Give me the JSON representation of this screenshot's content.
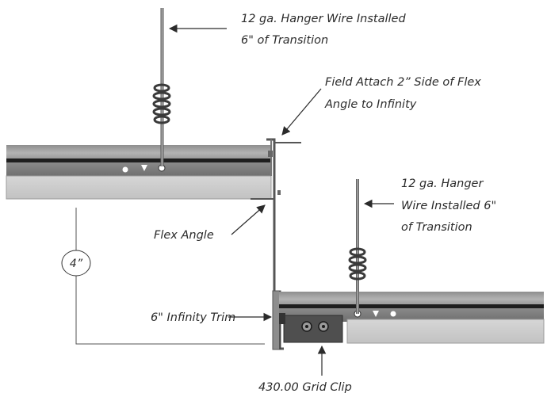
{
  "callouts": {
    "hanger_wire_top": [
      "12 ga. Hanger Wire Installed",
      "6\"  of Transition"
    ],
    "field_attach": [
      "Field Attach 2” Side of Flex",
      "Angle to Infinity"
    ],
    "hanger_wire_right": [
      "12 ga. Hanger",
      "Wire Installed 6\"",
      "of Transition"
    ],
    "flex_angle": "Flex Angle",
    "infinity_trim": "6\"  Infinity Trim",
    "grid_clip": "430.00 Grid Clip"
  },
  "dimension": {
    "label": "4”"
  },
  "colors": {
    "ink": "#2b2b2b",
    "tile_face": "#c9c9c9",
    "steel_dark": "#5c5c5c",
    "steel_light": "#9a9a9a",
    "wire": "#6d6d6d"
  },
  "icons": [
    "arrow-icon",
    "screw-icon",
    "hanger-wire-coil-icon"
  ]
}
